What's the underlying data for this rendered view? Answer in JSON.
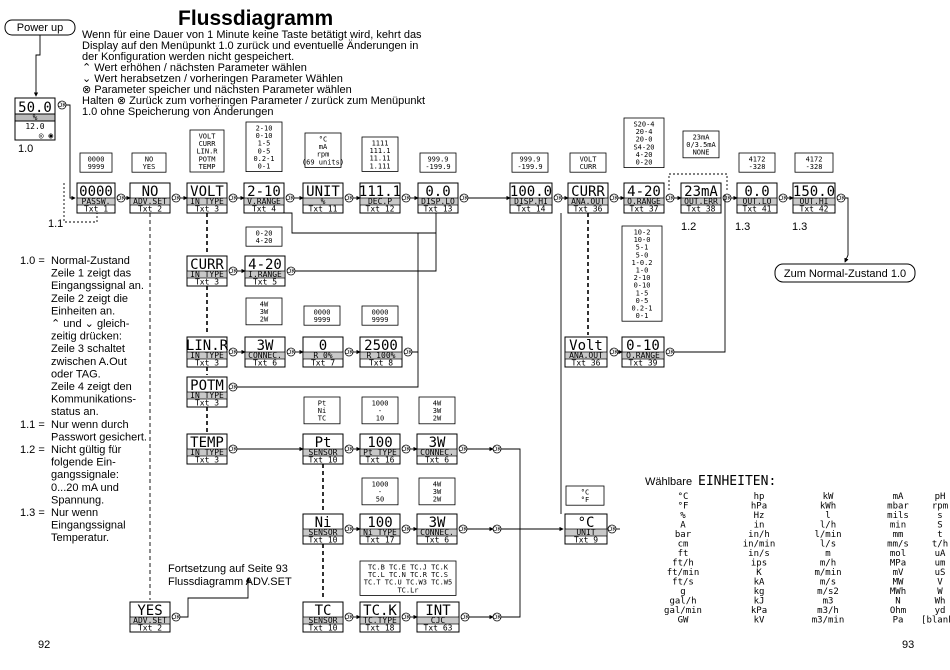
{
  "title": "Flussdiagramm",
  "intro": [
    "Wenn für eine Dauer von 1 Minute keine Taste betätigt wird, kehrt das",
    "Display auf den Menüpunkt 1.0 zurück und eventuelle Änderungen in",
    "der Konfiguration werden nicht gespeichert.",
    "⌃ Wert erhöhen / nächsten Parameter wählen",
    "⌄ Wert herabsetzen / vorheringen Parameter Wählen",
    "⊗ Parameter speicher und nächsten Parameter wählen",
    "Halten ⊗ Zurück zum vorheringen Parameter / zurück zum Menüpunkt",
    "1.0 ohne Speicherung von Änderungen"
  ],
  "power_up": "Power up",
  "ok": "OK",
  "start": {
    "value": "50.0",
    "unit": "%",
    "line3": "12.0",
    "status": "◎ ◉",
    "ref": "1.0"
  },
  "ref_11": "1.1",
  "ref_12": "1.2",
  "ref_13a": "1.3",
  "ref_13b": "1.3",
  "back_label": "Zum Normal-Zustand 1.0",
  "continue_note": [
    "Fortsetzung auf Seite 93",
    "Flussdiagramm ADV.SET"
  ],
  "page_left": "92",
  "page_right": "93",
  "notes": [
    [
      "1.0 =",
      "Normal-Zustand"
    ],
    [
      "",
      "Zeile 1 zeigt das"
    ],
    [
      "",
      "Eingangssignal an."
    ],
    [
      "",
      "Zeile 2 zeigt die"
    ],
    [
      "",
      "Einheiten an."
    ],
    [
      "",
      "⌃ und ⌄ gleich-"
    ],
    [
      "",
      "zeitig drücken:"
    ],
    [
      "",
      "Zeile 3 schaltet"
    ],
    [
      "",
      "zwischen A.Out"
    ],
    [
      "",
      "oder TAG."
    ],
    [
      "",
      "Zeile 4 zeigt den"
    ],
    [
      "",
      "Kommunikations-"
    ],
    [
      "",
      "status an."
    ],
    [
      "1.1 =",
      "Nur wenn durch"
    ],
    [
      "",
      "Passwort gesichert."
    ],
    [
      "1.2 =",
      "Nicht gültig für"
    ],
    [
      "",
      "folgende Ein-"
    ],
    [
      "",
      "gangssignale:"
    ],
    [
      "",
      "0...20 mA und"
    ],
    [
      "",
      "Spannung."
    ],
    [
      "1.3 =",
      "Nur wenn"
    ],
    [
      "",
      "Eingangssignal"
    ],
    [
      "",
      "Temperatur."
    ]
  ],
  "boxes": [
    {
      "id": "passw",
      "value": "0000",
      "label": "PASSW.",
      "txt": "Txt 1"
    },
    {
      "id": "advset",
      "value": "NO",
      "label": "ADV.SET",
      "txt": "Txt 2"
    },
    {
      "id": "intype1",
      "value": "VOLT",
      "label": "IN TYPE",
      "txt": "Txt 3"
    },
    {
      "id": "vrange",
      "value": "2-10",
      "label": "V.RANGE",
      "txt": "Txt 4"
    },
    {
      "id": "unit",
      "value": "UNIT",
      "label": "%",
      "txt": "Txt 11"
    },
    {
      "id": "decp",
      "value": "111.1",
      "label": "DEC.P",
      "txt": "Txt 12"
    },
    {
      "id": "displo",
      "value": "0.0",
      "label": "DISP.LO",
      "txt": "Txt 13"
    },
    {
      "id": "disphi",
      "value": "100.0",
      "label": "DISP.HI",
      "txt": "Txt 14"
    },
    {
      "id": "anaout1",
      "value": "CURR",
      "label": "ANA.OUT",
      "txt": "Txt 36"
    },
    {
      "id": "orange1",
      "value": "4-20",
      "label": "O.RANGE",
      "txt": "Txt 37"
    },
    {
      "id": "outerr",
      "value": "23mA",
      "label": "OUT.ERR",
      "txt": "Txt 38"
    },
    {
      "id": "outlo",
      "value": "0.0",
      "label": "OUT.LO",
      "txt": "Txt 41"
    },
    {
      "id": "outhi",
      "value": "150.0",
      "label": "OUT.HI",
      "txt": "Txt 42"
    },
    {
      "id": "intype2",
      "value": "CURR",
      "label": "IN TYPE",
      "txt": "Txt 3"
    },
    {
      "id": "irange",
      "value": "4-20",
      "label": "I.RANGE",
      "txt": "Txt 5"
    },
    {
      "id": "intype3",
      "value": "LIN.R",
      "label": "IN TYPE",
      "txt": "Txt 3"
    },
    {
      "id": "connec1",
      "value": "3W",
      "label": "CONNEC.",
      "txt": "Txt 6"
    },
    {
      "id": "r0",
      "value": "0",
      "label": "R 0%",
      "txt": "Txt 7"
    },
    {
      "id": "r100",
      "value": "2500",
      "label": "R 100%",
      "txt": "Txt 8"
    },
    {
      "id": "intype4",
      "value": "POTM",
      "label": "IN TYPE",
      "txt": "Txt 3"
    },
    {
      "id": "intype5",
      "value": "TEMP",
      "label": "IN TYPE",
      "txt": "Txt 3"
    },
    {
      "id": "sensor1",
      "value": "Pt",
      "label": "SENSOR",
      "txt": "Txt 10"
    },
    {
      "id": "pttype",
      "value": "100",
      "label": "Pt TYPE",
      "txt": "Txt 16"
    },
    {
      "id": "connec2",
      "value": "3W",
      "label": "CONNEC.",
      "txt": "Txt 6"
    },
    {
      "id": "sensor2",
      "value": "Ni",
      "label": "SENSOR",
      "txt": "Txt 10"
    },
    {
      "id": "nitype",
      "value": "100",
      "label": "Ni TYPE",
      "txt": "Txt 17"
    },
    {
      "id": "connec3",
      "value": "3W",
      "label": "CONNEC.",
      "txt": "Txt 6"
    },
    {
      "id": "sensor3",
      "value": "TC",
      "label": "SENSOR",
      "txt": "Txt 10"
    },
    {
      "id": "tctype",
      "value": "TC.K",
      "label": "TC.TYPE",
      "txt": "Txt 18"
    },
    {
      "id": "cjc",
      "value": "INT",
      "label": "CJC",
      "txt": "Txt 63"
    },
    {
      "id": "unitc",
      "value": "°C",
      "label": "UNIT",
      "txt": "Txt 9"
    },
    {
      "id": "anaout2",
      "value": "Volt",
      "label": "ANA.OUT",
      "txt": "Txt 36"
    },
    {
      "id": "orange2",
      "value": "0-10",
      "label": "O.RANGE",
      "txt": "Txt 39"
    },
    {
      "id": "advset2",
      "value": "YES",
      "label": "ADV.SET",
      "txt": "Txt 2"
    }
  ],
  "options": [
    {
      "id": "o_passw",
      "lines": [
        "0000",
        "9999"
      ]
    },
    {
      "id": "o_adv",
      "lines": [
        "NO",
        "YES"
      ]
    },
    {
      "id": "o_intype",
      "lines": [
        "VOLT",
        "CURR",
        "LIN.R",
        "POTM",
        "TEMP"
      ]
    },
    {
      "id": "o_vrange",
      "lines": [
        "2-10",
        "0-10",
        "1-5",
        "0-5",
        "0.2-1",
        "0-1"
      ]
    },
    {
      "id": "o_unit",
      "lines": [
        "°C",
        "mA",
        "rpm",
        "(69 units)"
      ]
    },
    {
      "id": "o_decp",
      "lines": [
        "1111",
        "111.1",
        "11.11",
        "1.111"
      ]
    },
    {
      "id": "o_displo",
      "lines": [
        "999.9",
        "-199.9"
      ]
    },
    {
      "id": "o_disphi",
      "lines": [
        "999.9",
        "-199.9"
      ]
    },
    {
      "id": "o_anaout",
      "lines": [
        "VOLT",
        "CURR"
      ]
    },
    {
      "id": "o_orange1",
      "lines": [
        "S20-4",
        "20-4",
        "20-0",
        "S4-20",
        "4-20",
        "0-20"
      ]
    },
    {
      "id": "o_outerr",
      "lines": [
        "23mA",
        "0/3.5mA",
        "NONE"
      ]
    },
    {
      "id": "o_outlo",
      "lines": [
        "4172",
        "-328"
      ]
    },
    {
      "id": "o_outhi",
      "lines": [
        "4172",
        "-328"
      ]
    },
    {
      "id": "o_irange",
      "lines": [
        "0-20",
        "4-20"
      ]
    },
    {
      "id": "o_connec1",
      "lines": [
        "4W",
        "3W",
        "2W"
      ]
    },
    {
      "id": "o_r0",
      "lines": [
        "0000",
        "9999"
      ]
    },
    {
      "id": "o_r100",
      "lines": [
        "0000",
        "9999"
      ]
    },
    {
      "id": "o_sensor",
      "lines": [
        "Pt",
        "Ni",
        "TC"
      ]
    },
    {
      "id": "o_pttype",
      "lines": [
        "1000",
        "-",
        "10"
      ]
    },
    {
      "id": "o_connec2",
      "lines": [
        "4W",
        "3W",
        "2W"
      ]
    },
    {
      "id": "o_nitype",
      "lines": [
        "1000",
        "-",
        "50"
      ]
    },
    {
      "id": "o_connec3",
      "lines": [
        "4W",
        "3W",
        "2W"
      ]
    },
    {
      "id": "o_tc",
      "lines": [
        "TC.B TC.E TC.J TC.K",
        "TC.L TC.N TC.R TC.S",
        "TC.T TC.U TC.W3 TC.W5",
        "TC.Lr"
      ]
    },
    {
      "id": "o_unitc",
      "lines": [
        "°C",
        "°F"
      ]
    },
    {
      "id": "o_orange2",
      "lines": [
        "10-2",
        "10-0",
        "5-1",
        "5-0",
        "1-0.2",
        "1-0",
        "2-10",
        "0-10",
        "1-5",
        "0-5",
        "0.2-1",
        "0-1"
      ]
    }
  ],
  "units_title_prefix": "Wählbare",
  "units_title": "EINHEITEN:",
  "units_columns": [
    [
      "°C",
      "°F",
      "%",
      "A",
      "bar",
      "cm",
      "ft",
      "ft/h",
      "ft/min",
      "ft/s",
      "g",
      "gal/h",
      "gal/min",
      "GW"
    ],
    [
      "hp",
      "hPa",
      "Hz",
      "in",
      "in/h",
      "in/min",
      "in/s",
      "ips",
      "K",
      "kA",
      "kg",
      "kJ",
      "kPa",
      "kV"
    ],
    [
      "kW",
      "kWh",
      "l",
      "l/h",
      "l/min",
      "l/s",
      "m",
      "m/h",
      "m/min",
      "m/s",
      "m/s2",
      "m3",
      "m3/h",
      "m3/min"
    ],
    [
      "mA",
      "mbar",
      "mils",
      "min",
      "mm",
      "mm/s",
      "mol",
      "MPa",
      "mV",
      "MW",
      "MWh",
      "N",
      "Ohm",
      "Pa"
    ],
    [
      "pH",
      "rpm",
      "s",
      "S",
      "t",
      "t/h",
      "uA",
      "um",
      "uS",
      "V",
      "W",
      "Wh",
      "yd",
      "[blank]"
    ]
  ]
}
